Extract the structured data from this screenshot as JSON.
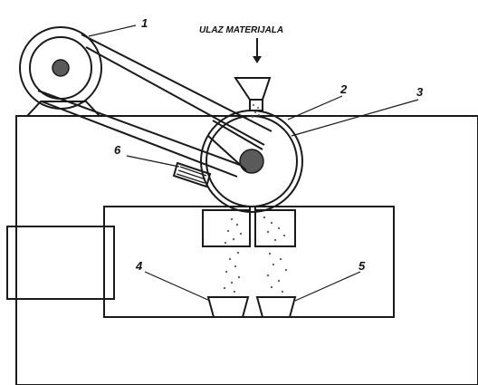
{
  "diagram": {
    "input_label": "ULAZ MATERIJALA",
    "callouts": [
      "1",
      "2",
      "3",
      "4",
      "5",
      "6"
    ],
    "colors": {
      "line": "#1a1a1a",
      "fill": "#ffffff",
      "granule": "#555555",
      "hub": "#5a5a5a"
    }
  }
}
